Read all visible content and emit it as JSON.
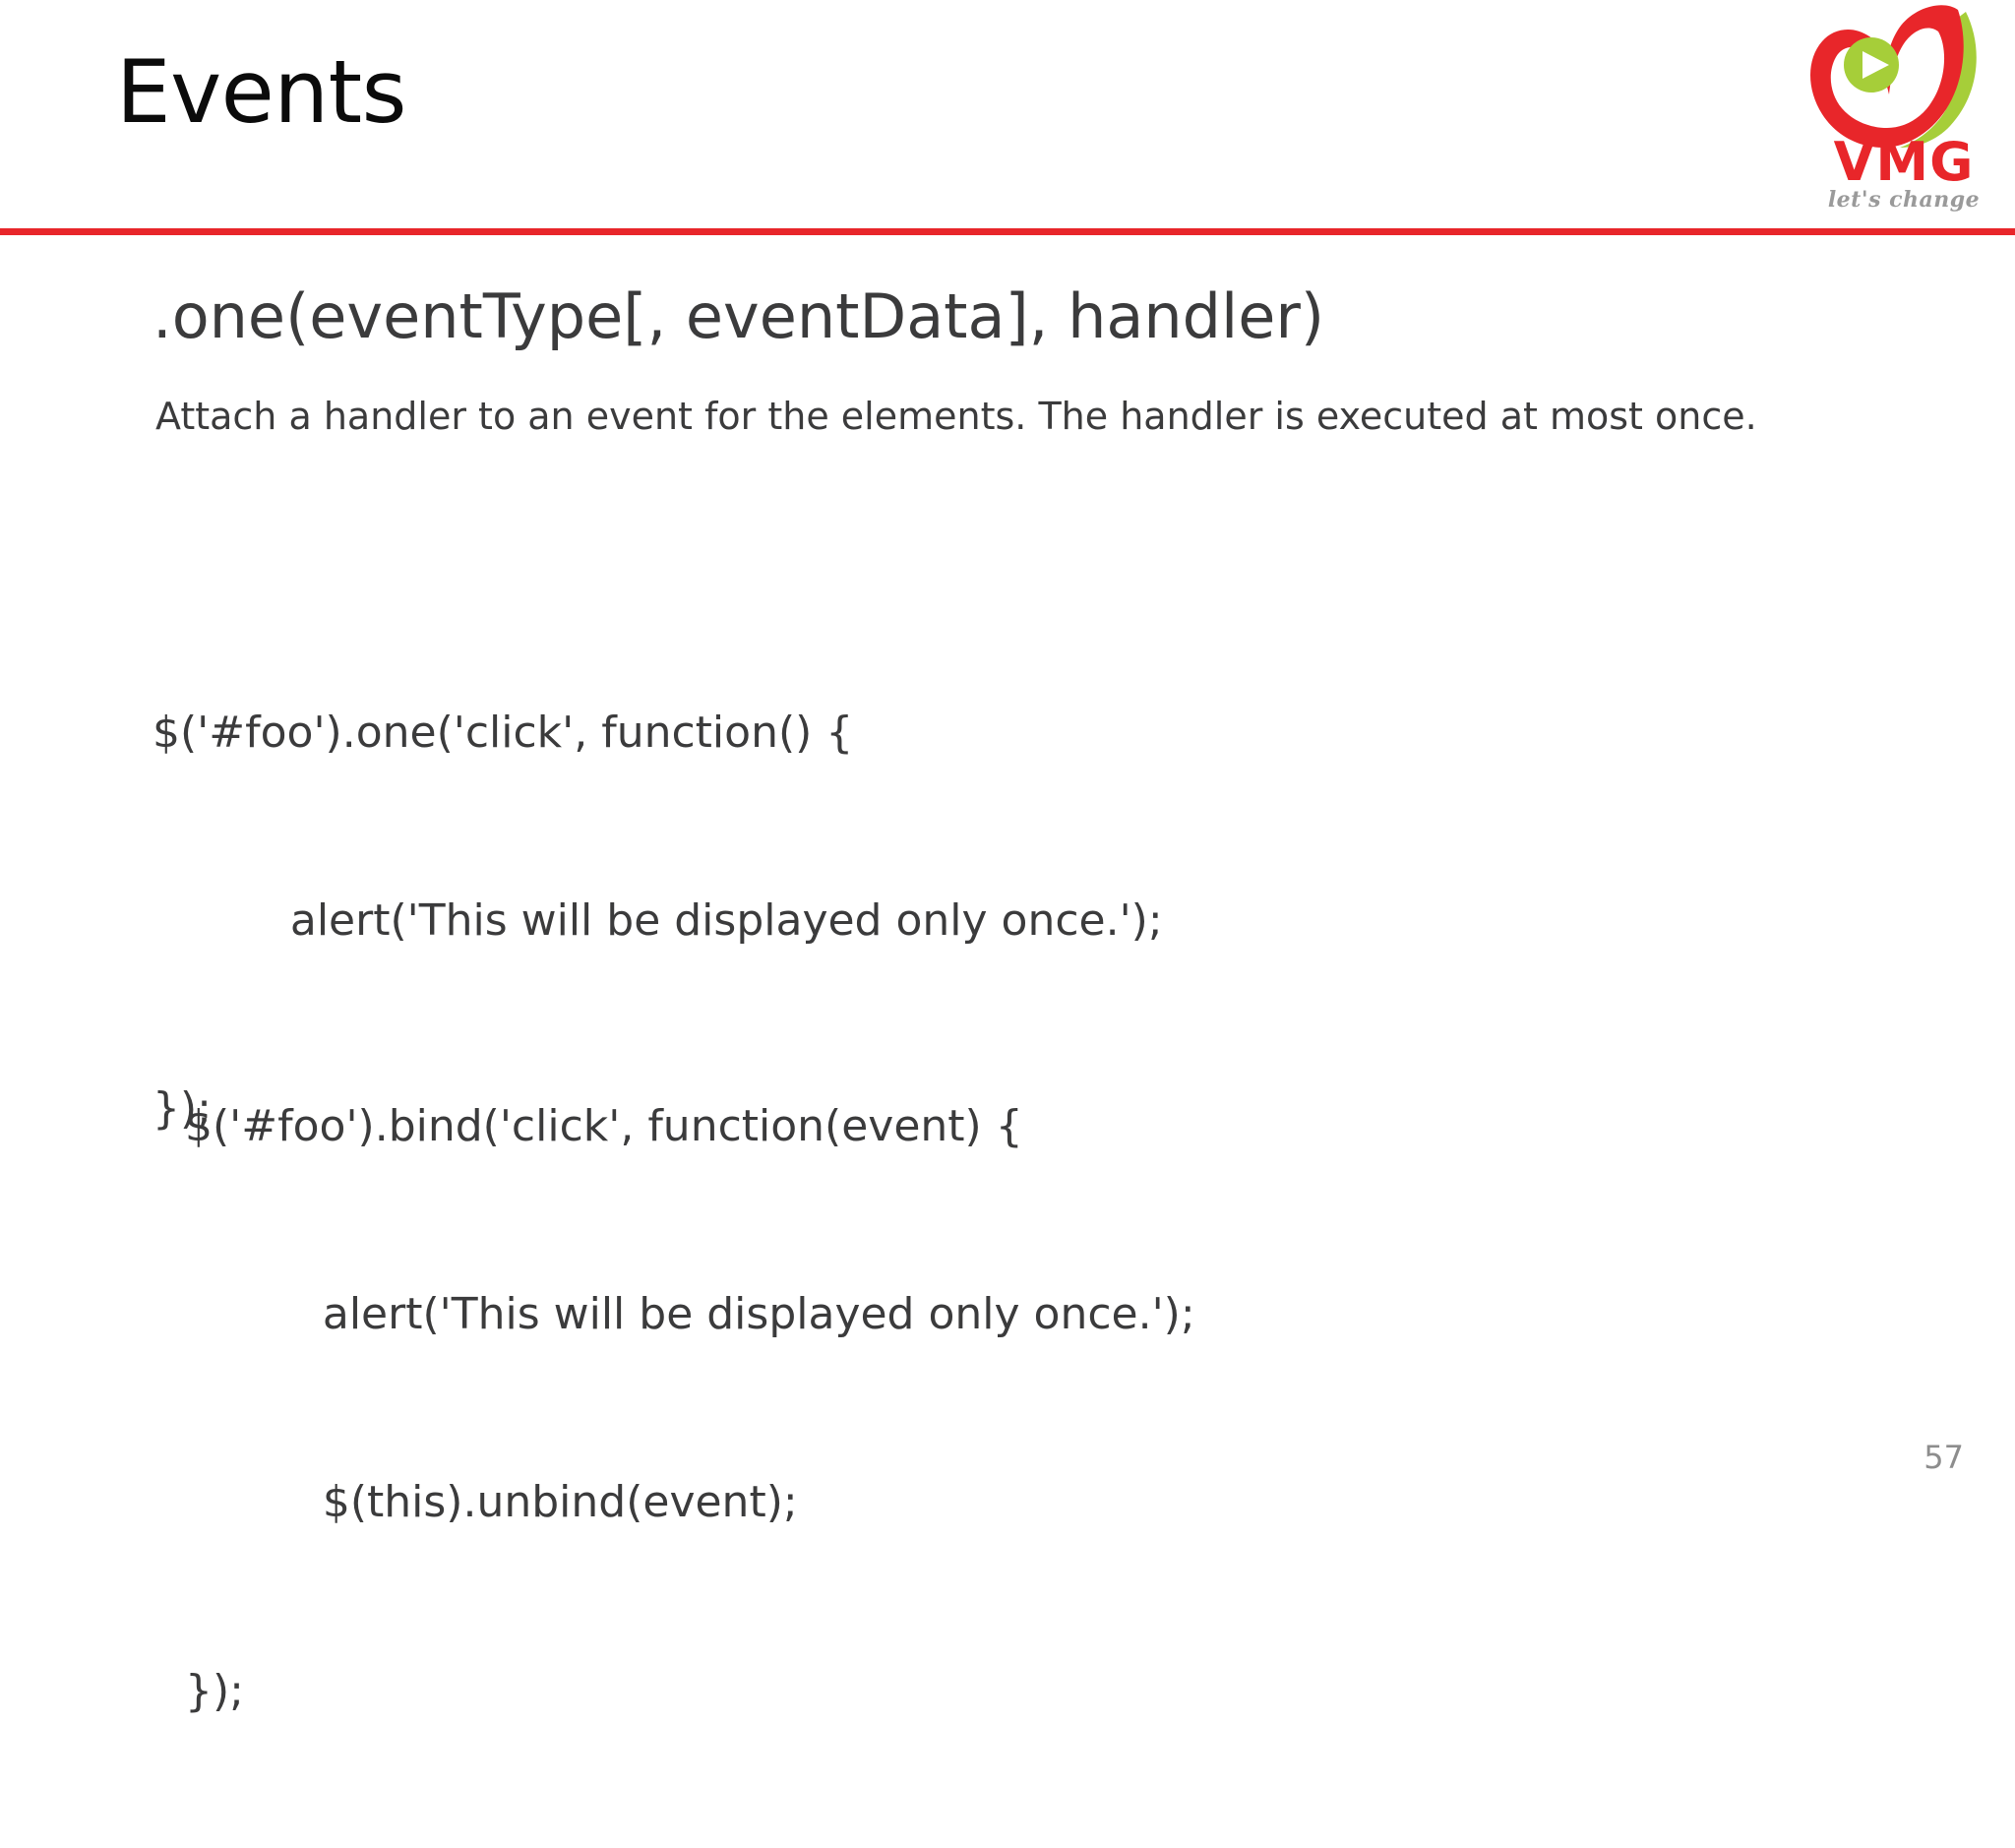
{
  "slide": {
    "title": "Events",
    "page_number": "57",
    "accent_color": "#e8262a",
    "text_color": "#3b3b3c"
  },
  "logo": {
    "name": "vmg-logo",
    "wordmark": "VMG",
    "tagline": "let's change",
    "mark_colors": {
      "red": "#e8262a",
      "green": "#a6ce39",
      "play_triangle": "#ffffff"
    }
  },
  "content": {
    "signature": ".one(eventType[, eventData], handler)",
    "description": "Attach a handler to an event for the elements. The handler is executed at most once.",
    "code_blocks": [
      {
        "name": "one-example",
        "lines": [
          "$('#foo').one('click', function() {",
          "          alert('This will be displayed only once.');",
          "});"
        ]
      },
      {
        "name": "bind-unbind-example",
        "lines": [
          "$('#foo').bind('click', function(event) {",
          "          alert('This will be displayed only once.');",
          "          $(this).unbind(event);",
          "});"
        ]
      }
    ]
  }
}
